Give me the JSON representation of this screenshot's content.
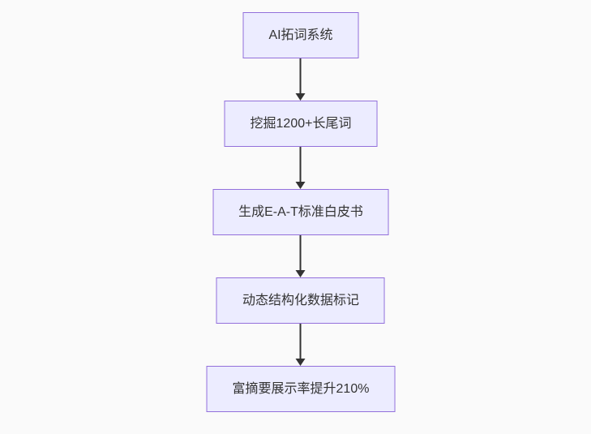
{
  "diagram": {
    "type": "flowchart",
    "direction": "top-down",
    "colors": {
      "background": "#fafafa",
      "node_fill": "#ECECFF",
      "node_border": "#9370DB",
      "text": "#333333",
      "arrow": "#333333"
    },
    "nodes": [
      {
        "id": "n1",
        "label": "AI拓词系统"
      },
      {
        "id": "n2",
        "label": "挖掘1200+长尾词"
      },
      {
        "id": "n3",
        "label": "生成E-A-T标准白皮书"
      },
      {
        "id": "n4",
        "label": "动态结构化数据标记"
      },
      {
        "id": "n5",
        "label": "富摘要展示率提升210%"
      }
    ],
    "edges": [
      {
        "from": "n1",
        "to": "n2"
      },
      {
        "from": "n2",
        "to": "n3"
      },
      {
        "from": "n3",
        "to": "n4"
      },
      {
        "from": "n4",
        "to": "n5"
      }
    ]
  }
}
